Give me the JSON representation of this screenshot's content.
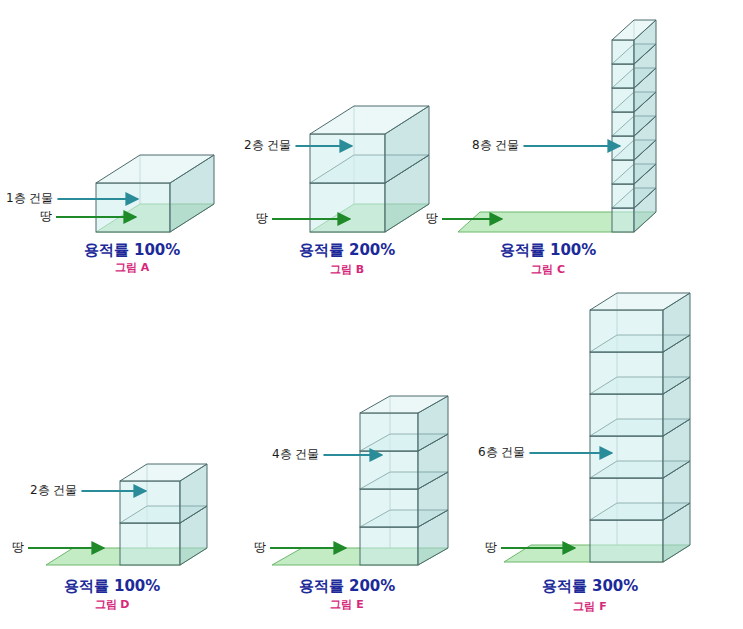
{
  "diagram": {
    "labels": [
      "1층 건물",
      "땅",
      "용적률 100%",
      "그림 A",
      "2층 건물",
      "땅",
      "용적률 200%",
      "그림 B",
      "8층 건물",
      "땅",
      "용적률 100%",
      "그림 C",
      "2층 건물",
      "땅",
      "용적률 100%",
      "그림 D",
      "4층 건물",
      "땅",
      "용적률 200%",
      "그림 E",
      "6층 건물",
      "땅",
      "용적률 300%",
      "그림 F"
    ]
  }
}
